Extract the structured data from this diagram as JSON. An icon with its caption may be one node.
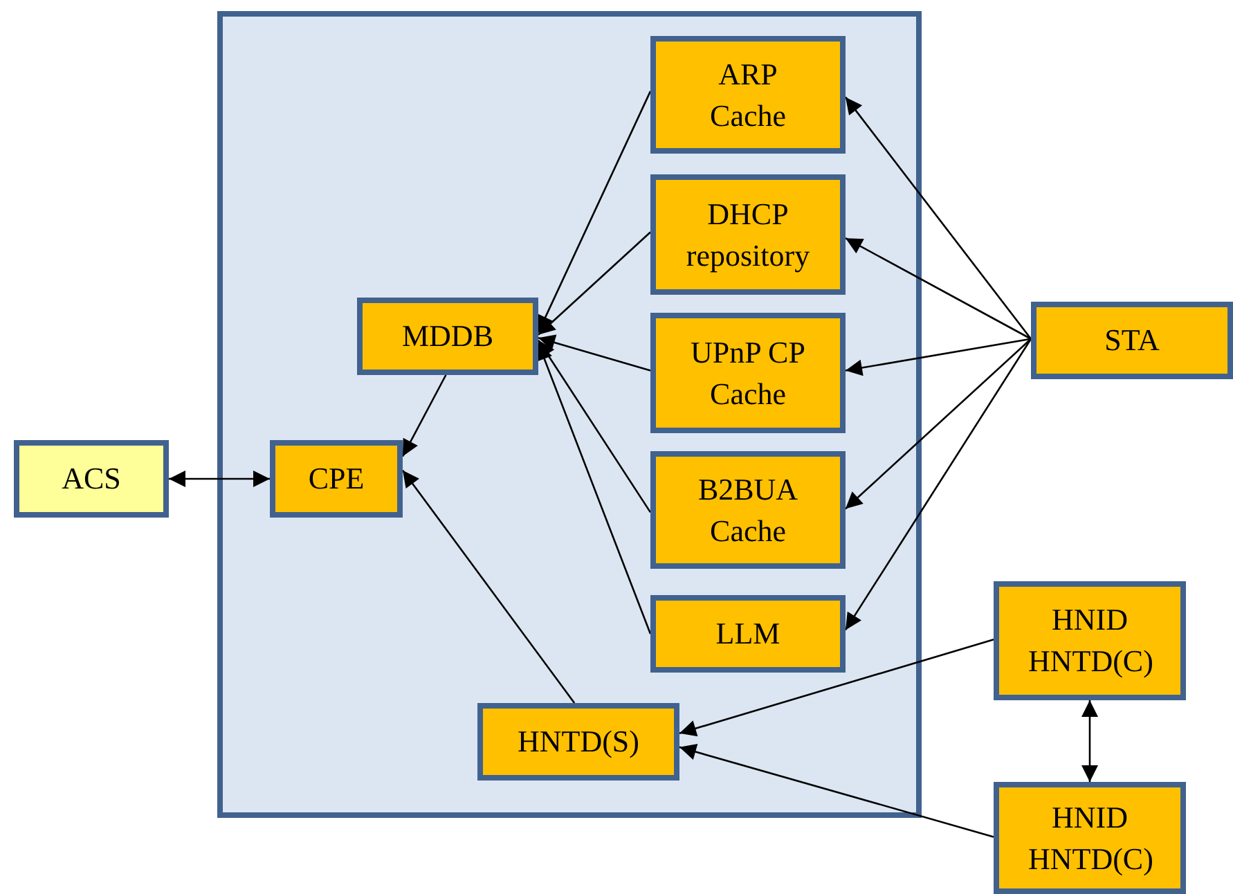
{
  "diagram": {
    "nodes": [
      {
        "text": [],
        "shape": "box"
      },
      {
        "text": [
          "ARP Cache"
        ],
        "in": 0
      },
      {
        "text": [
          "DHCP repository"
        ],
        "in": 0
      },
      {
        "text": [
          "UPnP CP Cache"
        ],
        "in": 0
      },
      {
        "text": [
          "B2BUA Cache"
        ],
        "in": 0
      },
      {
        "text": [
          "LLM"
        ],
        "in": 0
      },
      {
        "text": [
          "MDDB"
        ],
        "in": 0
      },
      {
        "text": [
          "CPE"
        ],
        "in": 0
      },
      {
        "text": [
          "HNTD(S)"
        ],
        "in": 0
      },
      {
        "text": [
          "ACS"
        ]
      },
      {
        "text": [
          "STA"
        ]
      },
      {
        "text": [
          "HNID HNTD(C)"
        ]
      },
      {
        "text": [
          "HNID HNTD(C)"
        ]
      }
    ],
    "edges": [
      {
        "from": 1,
        "to": 6,
        "arrow": "to"
      },
      {
        "from": 2,
        "to": 6,
        "arrow": "to"
      },
      {
        "from": 3,
        "to": 6,
        "arrow": "to"
      },
      {
        "from": 4,
        "to": 6,
        "arrow": "to"
      },
      {
        "from": 5,
        "to": 6,
        "arrow": "to"
      },
      {
        "from": 6,
        "to": 7,
        "arrow": "to"
      },
      {
        "from": 8,
        "to": 7,
        "arrow": "to"
      },
      {
        "from": 9,
        "to": 7,
        "arrow": "both"
      },
      {
        "from": 10,
        "to": 1,
        "arrow": "to"
      },
      {
        "from": 10,
        "to": 2,
        "arrow": "to"
      },
      {
        "from": 10,
        "to": 3,
        "arrow": "to"
      },
      {
        "from": 10,
        "to": 4,
        "arrow": "to"
      },
      {
        "from": 10,
        "to": 5,
        "arrow": "to"
      },
      {
        "from": 11,
        "to": 8,
        "arrow": "to"
      },
      {
        "from": 12,
        "to": 8,
        "arrow": "to"
      },
      {
        "from": 11,
        "to": 12,
        "arrow": "both"
      }
    ]
  }
}
